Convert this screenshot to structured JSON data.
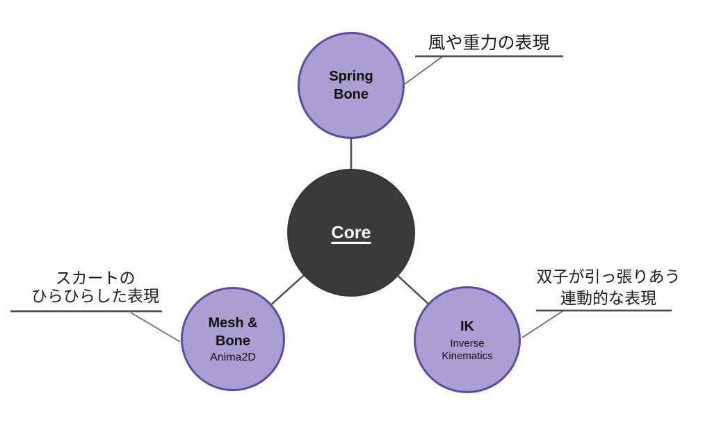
{
  "colors": {
    "background": "#ffffff",
    "node_fill": "#ab9ed3",
    "node_border": "#5b4aa2",
    "node_text": "#0d0d0d",
    "core_fill": "#3b3b3b",
    "core_border": "#333333",
    "core_text": "#ffffff",
    "annotation_text": "#1a1a1a",
    "spoke_line": "#4c4c4c",
    "leader_line": "#6b6b6b",
    "underline": "#4f4f4f"
  },
  "core": {
    "label": "Core"
  },
  "nodes": {
    "spring_bone": {
      "label": "Spring\nBone"
    },
    "mesh_bone": {
      "label": "Mesh &\nBone",
      "sublabel": "Anima2D"
    },
    "ik": {
      "label": "IK",
      "sublabel": "Inverse\nKinematics"
    }
  },
  "annotations": {
    "top": {
      "text": "風や重力の表現",
      "target": "spring_bone"
    },
    "left": {
      "text": "スカートの\nひらひらした表現",
      "target": "mesh_bone"
    },
    "right": {
      "text": "双子が引っ張りあう\n連動的な表現",
      "target": "ik"
    }
  }
}
